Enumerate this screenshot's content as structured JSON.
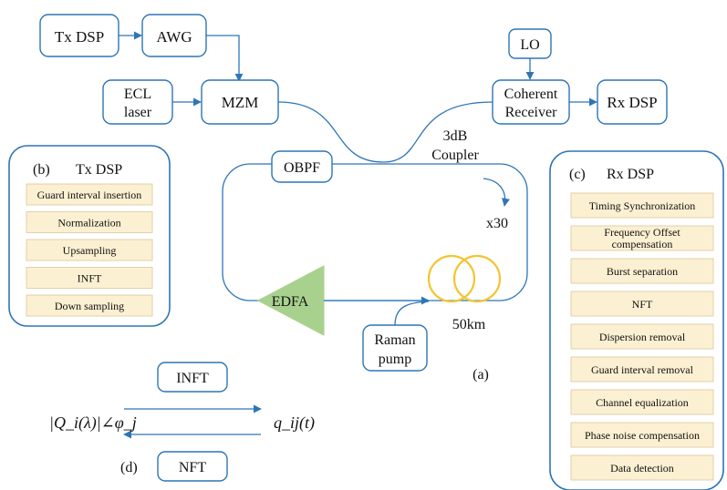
{
  "colors": {
    "accent": "#2e75b6",
    "step_fill": "#fcf0d2",
    "edfa_fill": "#a9d18e",
    "coil": "#f4c430"
  },
  "blocks": {
    "tx_dsp": "Tx DSP",
    "awg": "AWG",
    "ecl_line1": "ECL",
    "ecl_line2": "laser",
    "mzm": "MZM",
    "lo": "LO",
    "coherent_line1": "Coherent",
    "coherent_line2": "Receiver",
    "rx_dsp": "Rx DSP",
    "obpf": "OBPF",
    "edfa": "EDFA",
    "raman_line1": "Raman",
    "raman_line2": "pump"
  },
  "labels": {
    "coupler_line1": "3dB",
    "coupler_line2": "Coupler",
    "loops": "x30",
    "fiber_length": "50km",
    "panel_a": "(a)"
  },
  "tx_panel": {
    "tag": "(b)",
    "title": "Tx DSP",
    "steps": [
      "Guard interval insertion",
      "Normalization",
      "Upsampling",
      "INFT",
      "Down sampling"
    ]
  },
  "rx_panel": {
    "tag": "(c)",
    "title": "Rx DSP",
    "steps": [
      [
        "Timing Synchronization"
      ],
      [
        "Frequency Offset",
        "compensation"
      ],
      [
        "Burst separation"
      ],
      [
        "NFT"
      ],
      [
        "Dispersion removal"
      ],
      [
        "Guard interval removal"
      ],
      [
        "Channel equalization"
      ],
      [
        "Phase noise compensation"
      ],
      [
        "Data detection"
      ]
    ]
  },
  "panel_d": {
    "tag": "(d)",
    "inft": "INFT",
    "nft": "NFT",
    "left_expr": "|Q_i(λ)|∠φ_j",
    "right_expr": "q_ij(t)"
  }
}
